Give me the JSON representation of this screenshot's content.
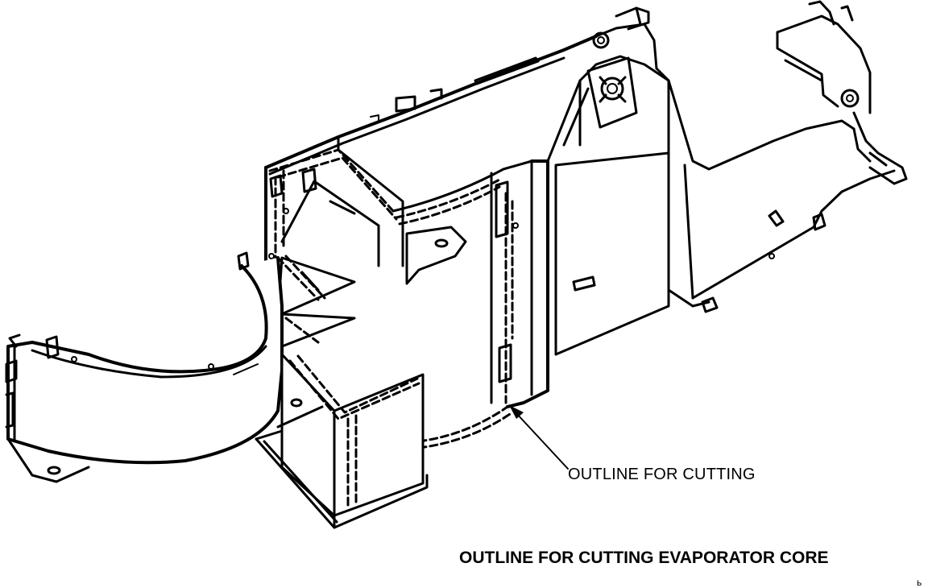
{
  "diagram": {
    "callout_label": "OUTLINE FOR CUTTING",
    "caption": "OUTLINE FOR CUTTING EVAPORATOR CORE",
    "corner_mark": "ь"
  },
  "colors": {
    "ink": "#000000",
    "paper": "#ffffff"
  },
  "icons": [
    "arrow-icon"
  ]
}
